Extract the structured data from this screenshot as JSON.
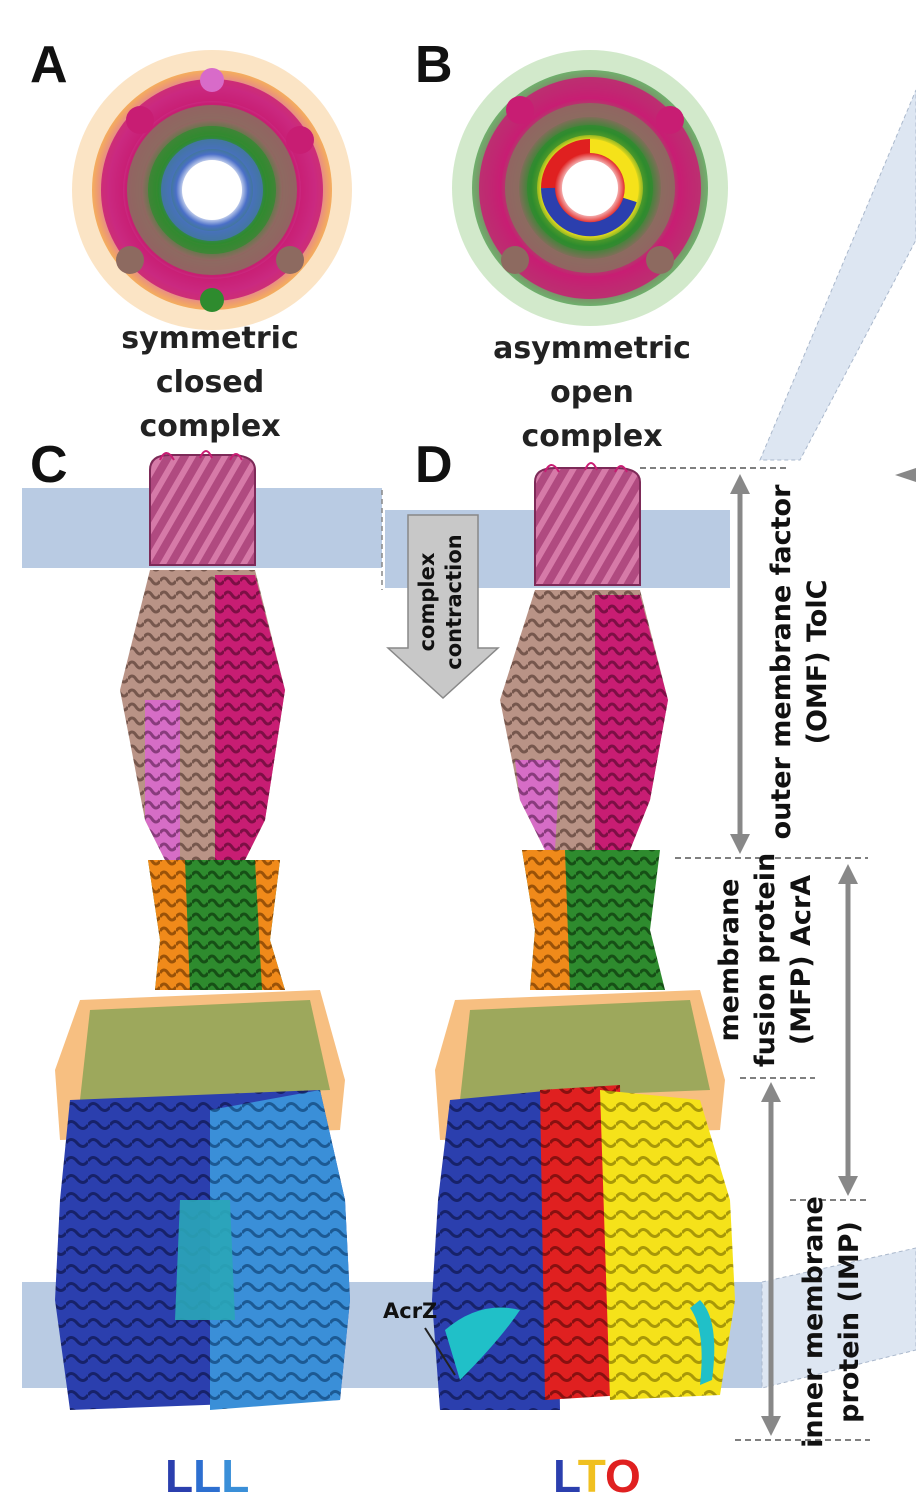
{
  "panels": {
    "a": {
      "letter": "A",
      "caption": [
        "symmetric",
        "closed",
        "complex"
      ]
    },
    "b": {
      "letter": "B",
      "caption": [
        "asymmetric",
        "open",
        "complex"
      ]
    },
    "c": {
      "letter": "C"
    },
    "d": {
      "letter": "D"
    }
  },
  "contraction_arrow": [
    "complex",
    "contraction"
  ],
  "acrz_label": "AcrZ",
  "regions": {
    "omf": [
      "outer membrane factor",
      "(OMF) TolC"
    ],
    "mfp": [
      "membrane",
      "fusion protein",
      "(MFP) AcrA"
    ],
    "imp": [
      "inner membrane",
      "protein (IMP)"
    ]
  },
  "state_labels": {
    "c": [
      {
        "char": "L",
        "color": "#2b3fae"
      },
      {
        "char": "L",
        "color": "#2d6fd0"
      },
      {
        "char": "L",
        "color": "#3a8fd8"
      }
    ],
    "d": [
      {
        "char": "L",
        "color": "#2b3fae"
      },
      {
        "char": "T",
        "color": "#f0c020"
      },
      {
        "char": "O",
        "color": "#e02020"
      }
    ]
  },
  "colors": {
    "membrane": "#b9cbe3",
    "tolc_magenta": "#c81d73",
    "tolc_tan": "#b58d80",
    "tolc_pink": "#d86bc9",
    "acra_orange": "#f08a1a",
    "acra_green": "#2e8b2e",
    "acrb_blue": "#2b3fae",
    "acrb_lightblue": "#3a8fd8",
    "acrb_red": "#e02020",
    "acrb_yellow": "#f5e21a",
    "acrz_cyan": "#20c0c8"
  }
}
